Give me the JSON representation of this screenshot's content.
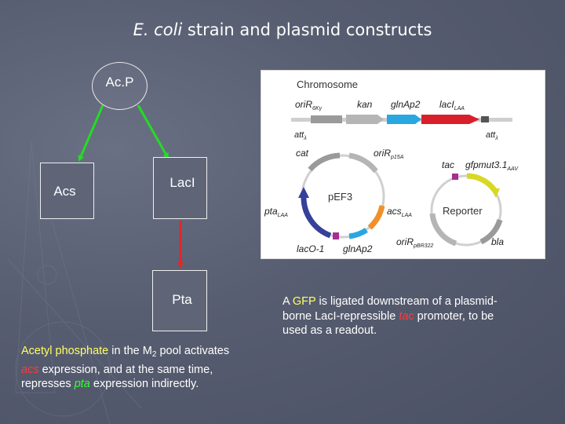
{
  "slide": {
    "title_italic": "E. coli",
    "title_rest": " strain and plasmid constructs"
  },
  "network": {
    "top_node": "Ac.P",
    "left_node": "Acs",
    "right_node": "LacI",
    "bottom_node": "Pta",
    "activation_color": "#22dd22",
    "repression_color": "#e32626"
  },
  "left_caption": {
    "highlight": "Acetyl phosphate",
    "part1": " in the M",
    "subscript": "2",
    "part2": " pool activates ",
    "gene1": "acs",
    "part3": " expression, and at the same time, represses ",
    "gene2": "pta",
    "part4": " expression indirectly."
  },
  "right_caption": {
    "part1": "A ",
    "highlight": "GFP",
    "part2": " is ligated downstream of a plasmid-borne LacI-repressible ",
    "promoter": "tac",
    "part3": " promoter, to be used as a readout."
  },
  "plasmid_figure": {
    "chromosome_label": "Chromosome",
    "chrom_genes": [
      "oriR",
      "kan",
      "glnAp2",
      "lacI"
    ],
    "chrom_gene_subs": [
      "6Kγ",
      "",
      "",
      "LAA"
    ],
    "att": "att",
    "att_sub": "λ",
    "pef3_label": "pEF3",
    "pef3_genes": [
      "cat",
      "oriR",
      "pta",
      "acs",
      "lacO-1",
      "glnAp2"
    ],
    "pef3_gene_subs": [
      "",
      "p15A",
      "LAA",
      "LAA",
      "",
      ""
    ],
    "reporter_label": "Reporter",
    "reporter_genes": [
      "tac",
      "gfpmut3.1",
      "oriR",
      "bla"
    ],
    "reporter_gene_subs": [
      "",
      "AAV",
      "pBR322",
      ""
    ],
    "colors": {
      "kan": "#b5b5b5",
      "gln": "#2aa6e0",
      "lacI": "#d9202a",
      "acs": "#f0902a",
      "pta": "#34409a",
      "gfp": "#d8d825",
      "backbone": "#9a9a9a",
      "promoter": "#a52f8f"
    }
  }
}
